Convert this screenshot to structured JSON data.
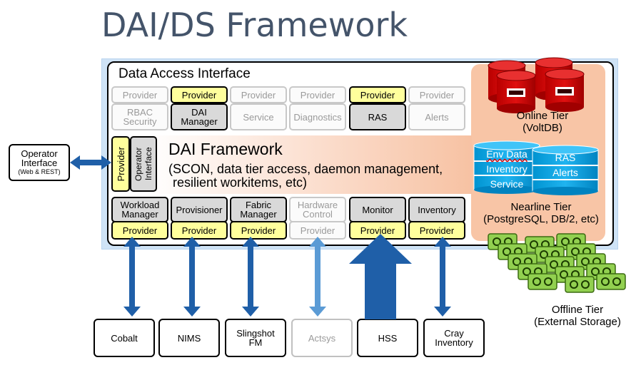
{
  "title": "DAI/DS Framework",
  "dai_label": "Data Access Interface",
  "framework": {
    "title": "DAI Framework",
    "line1": "(SCON, data tier access, daemon management,",
    "line2": "resilient workitems, etc)"
  },
  "top_services": [
    {
      "provider": "Provider",
      "name_line1": "RBAC",
      "name_line2": "Security",
      "active": false
    },
    {
      "provider": "Provider",
      "name_line1": "DAI",
      "name_line2": "Manager",
      "active": true
    },
    {
      "provider": "Provider",
      "name_line1": "Service",
      "name_line2": "",
      "active": false
    },
    {
      "provider": "Provider",
      "name_line1": "Diagnostics",
      "name_line2": "",
      "active": false
    },
    {
      "provider": "Provider",
      "name_line1": "RAS",
      "name_line2": "",
      "active": true
    },
    {
      "provider": "Provider",
      "name_line1": "Alerts",
      "name_line2": "",
      "active": false
    }
  ],
  "bottom_services": [
    {
      "provider": "Provider",
      "name_line1": "Workload",
      "name_line2": "Manager",
      "active": true
    },
    {
      "provider": "Provider",
      "name_line1": "Provisioner",
      "name_line2": "",
      "active": true
    },
    {
      "provider": "Provider",
      "name_line1": "Fabric",
      "name_line2": "Manager",
      "active": true
    },
    {
      "provider": "Provider",
      "name_line1": "Hardware",
      "name_line2": "Control",
      "active": false
    },
    {
      "provider": "Provider",
      "name_line1": "Monitor",
      "name_line2": "",
      "active": true
    },
    {
      "provider": "Provider",
      "name_line1": "Inventory",
      "name_line2": "",
      "active": true
    }
  ],
  "side": {
    "provider": "Provider",
    "operator_interface": "Operator Interface"
  },
  "operator": {
    "line1": "Operator",
    "line2": "Interface",
    "line3": "(Web & REST)"
  },
  "external": [
    {
      "line1": "Cobalt",
      "line2": "",
      "active": true
    },
    {
      "line1": "NIMS",
      "line2": "",
      "active": true
    },
    {
      "line1": "Slingshot",
      "line2": "FM",
      "active": true
    },
    {
      "line1": "Actsys",
      "line2": "",
      "active": false
    },
    {
      "line1": "HSS",
      "line2": "",
      "active": true
    },
    {
      "line1": "Cray",
      "line2": "Inventory",
      "active": true
    }
  ],
  "tiers": {
    "online": {
      "line1": "Online Tier",
      "line2": "(VoltDB)"
    },
    "nearline": {
      "line1": "Nearline Tier",
      "line2": "(PostgreSQL, DB/2, etc)"
    },
    "offline": {
      "line1": "Offline Tier",
      "line2": "(External Storage)"
    }
  },
  "nearline_db1": [
    "Env Data",
    "Inventory",
    "Service"
  ],
  "nearline_db2": [
    "RAS",
    "Alerts"
  ],
  "colors": {
    "arrow_blue": "#1f5fa8",
    "arrow_light": "#5b9bd5",
    "provider_yellow": "#ffff9c",
    "online_red": "#c00000",
    "nearline_blue": "#00a3e0",
    "offline_green": "#92d050",
    "band_orange": "#f8c5a6"
  }
}
